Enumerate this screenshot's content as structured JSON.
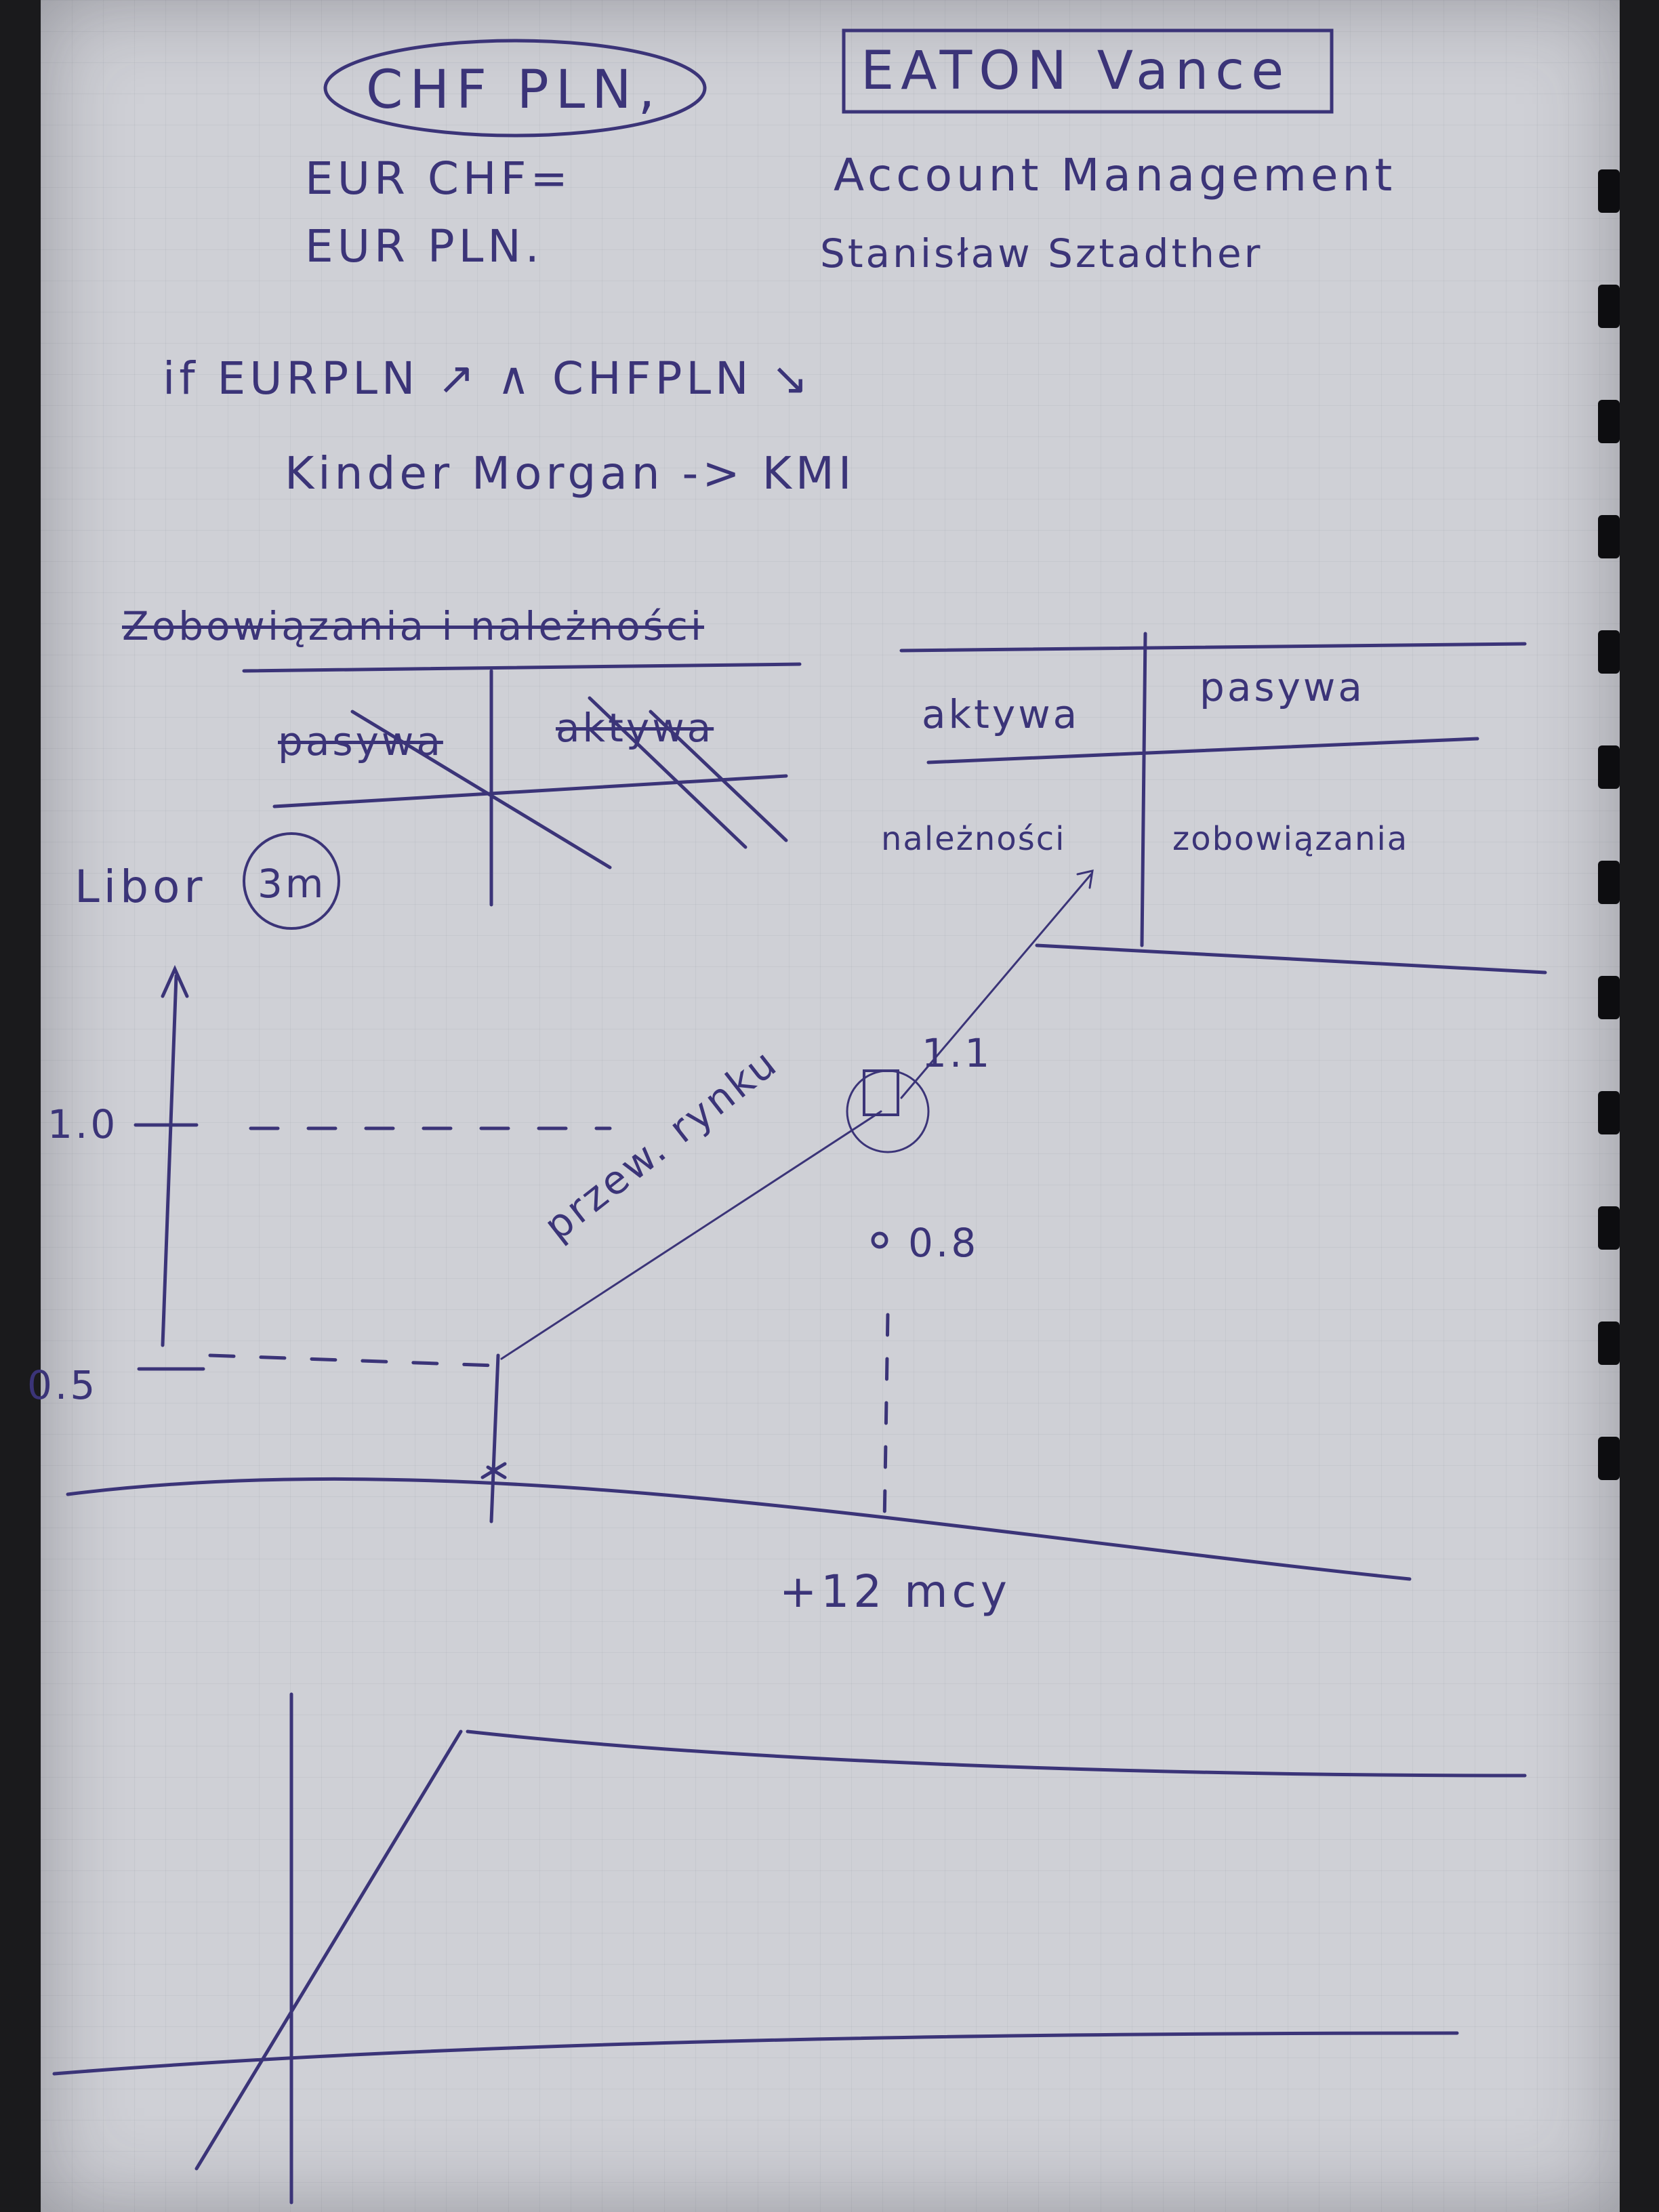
{
  "notes": {
    "top_left": {
      "title": "CHF PLN,",
      "line1": "EUR CHF=",
      "line2": "EUR PLN."
    },
    "top_right": {
      "title": "EATON Vance",
      "line1": "Account Management",
      "line2": "Stanisław Sztadther"
    },
    "condition": "if EURPLN ↗ ∧ CHFPLN ↘",
    "kinder": "Kinder Morgan -> KMI"
  },
  "balance": {
    "crossed_heading": "Zobowiązania i należności",
    "crossed_left": "pasywa",
    "crossed_right": "aktywa",
    "left_header": "aktywa",
    "right_header": "pasywa",
    "left_value": "należności",
    "right_value": "zobowiązania"
  },
  "libor_chart": {
    "label": "Libor",
    "tenor": "3m",
    "y_top": "1.0",
    "y_low": "0.5",
    "point_high": "1.1",
    "point_mid": "0.8",
    "curve_note": "przew. rynku",
    "x_note": "+12 mcy"
  }
}
